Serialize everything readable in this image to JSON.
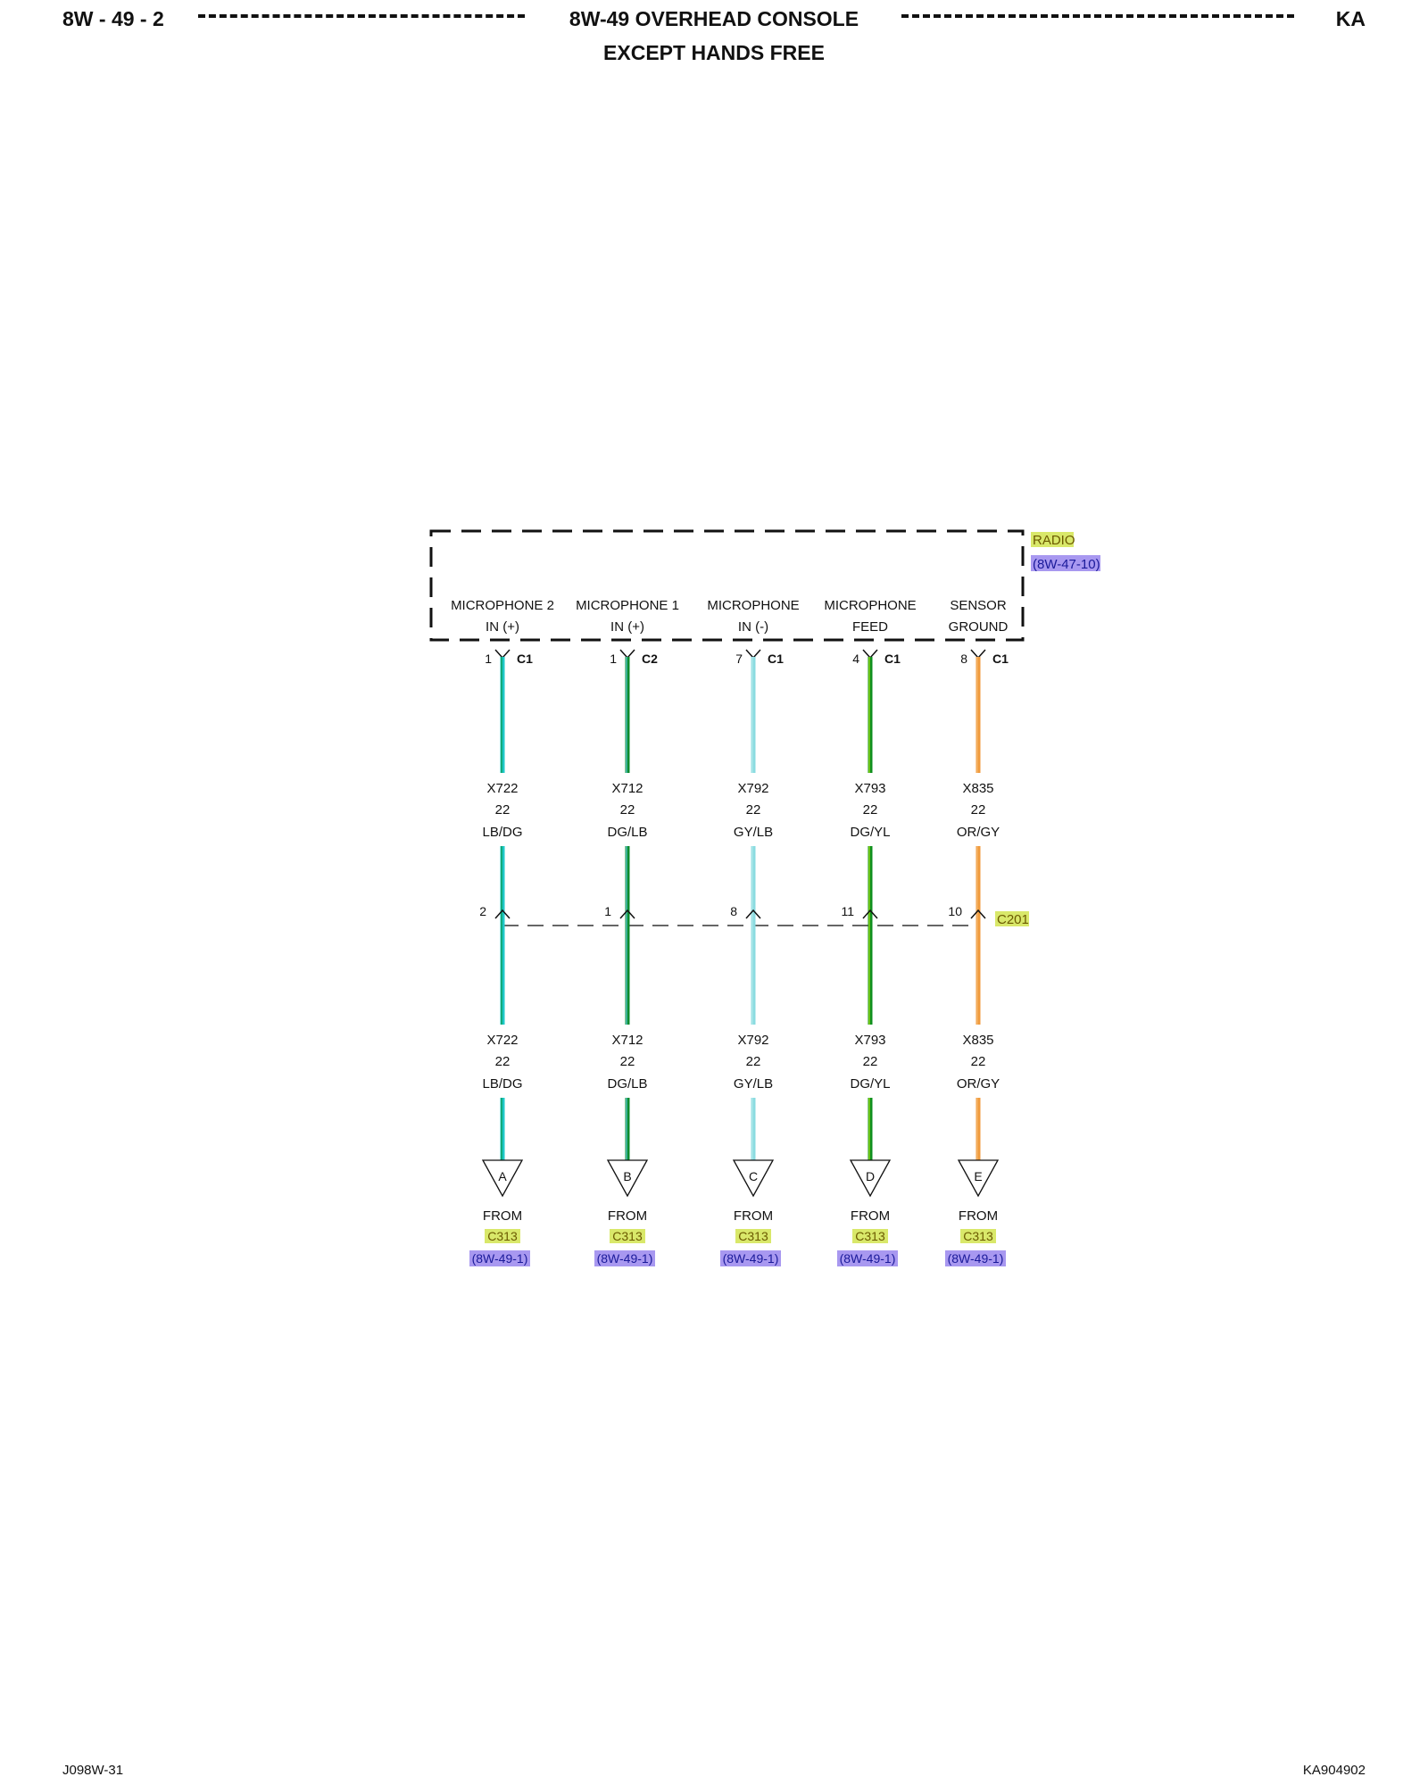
{
  "header": {
    "page_code": "8W - 49 - 2",
    "title": "8W-49 OVERHEAD CONSOLE",
    "subtitle": "EXCEPT HANDS FREE",
    "model": "KA"
  },
  "footer": {
    "left_code": "J098W-31",
    "right_code": "KA904902"
  },
  "radio": {
    "name": "RADIO",
    "ref": "(8W-47-10)"
  },
  "inline_connector": {
    "name": "C201"
  },
  "circuits": [
    {
      "label_line1": "MICROPHONE 2",
      "label_line2": "IN (+)",
      "pin": "1",
      "connector": "C1",
      "wire": "X722",
      "gauge": "22",
      "color_code": "LB/DG",
      "c201_pin": "2",
      "dest_letter": "A",
      "from_label": "FROM",
      "from_connector": "C313",
      "from_ref": "(8W-49-1)",
      "color": "#1ec8c8",
      "stripe": "#0b9a52"
    },
    {
      "label_line1": "MICROPHONE 1",
      "label_line2": "IN (+)",
      "pin": "1",
      "connector": "C2",
      "wire": "X712",
      "gauge": "22",
      "color_code": "DG/LB",
      "c201_pin": "1",
      "dest_letter": "B",
      "from_label": "FROM",
      "from_connector": "C313",
      "from_ref": "(8W-49-1)",
      "color": "#0c8c2e",
      "stripe": "#58c8d0"
    },
    {
      "label_line1": "MICROPHONE",
      "label_line2": "IN (-)",
      "pin": "7",
      "connector": "C1",
      "wire": "X792",
      "gauge": "22",
      "color_code": "GY/LB",
      "c201_pin": "8",
      "dest_letter": "C",
      "from_label": "FROM",
      "from_connector": "C313",
      "from_ref": "(8W-49-1)",
      "color": "#8adbe0",
      "stripe": "#b0e8ea"
    },
    {
      "label_line1": "MICROPHONE",
      "label_line2": "FEED",
      "pin": "4",
      "connector": "C1",
      "wire": "X793",
      "gauge": "22",
      "color_code": "DG/YL",
      "c201_pin": "11",
      "dest_letter": "D",
      "from_label": "FROM",
      "from_connector": "C313",
      "from_ref": "(8W-49-1)",
      "color": "#0e8f1e",
      "stripe": "#9adf12"
    },
    {
      "label_line1": "SENSOR",
      "label_line2": "GROUND",
      "pin": "8",
      "connector": "C1",
      "wire": "X835",
      "gauge": "22",
      "color_code": "OR/GY",
      "c201_pin": "10",
      "dest_letter": "E",
      "from_label": "FROM",
      "from_connector": "C313",
      "from_ref": "(8W-49-1)",
      "color": "#f09a3c",
      "stripe": "#f5b56a"
    }
  ],
  "colors": {
    "connector_highlight": "#d9e86a",
    "ref_highlight": "#a898f0",
    "ref_text": "#1a1a9a",
    "connector_text": "#6b5a00"
  }
}
